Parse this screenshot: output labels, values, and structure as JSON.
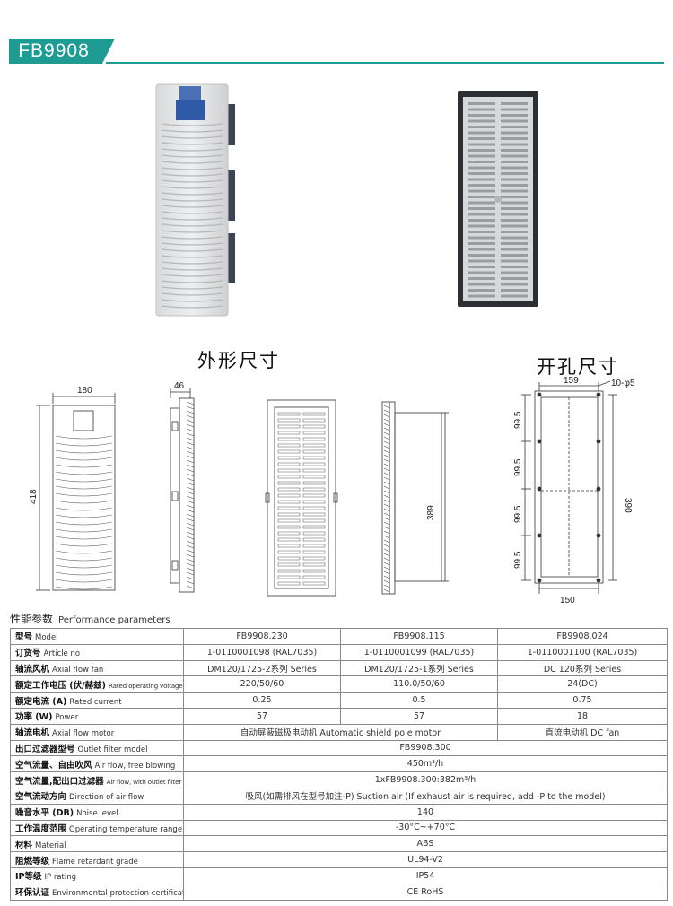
{
  "header": {
    "title": "FB9908",
    "accent": "#1e9b92"
  },
  "captions": {
    "outline": "外形尺寸",
    "cutout": "开孔尺寸"
  },
  "dimensions": {
    "outline_width": "180",
    "outline_height": "418",
    "outline_depth": "46",
    "filter_height": "389",
    "cutout_width_top": "159",
    "cutout_holes": "10-φ5",
    "cutout_spacing": "99.5",
    "cutout_height": "390",
    "cutout_width_bottom": "150"
  },
  "perf": {
    "title_zh": "性能参数",
    "title_en": "Performance parameters"
  },
  "table": {
    "header": {
      "zh": "型号",
      "en": "Model",
      "cols": [
        "FB9908.230",
        "FB9908.115",
        "FB9908.024"
      ]
    },
    "rows": [
      {
        "zh": "订货号",
        "en": "Article no",
        "vals": [
          "1-0110001098 (RAL7035)",
          "1-0110001099 (RAL7035)",
          "1-0110001100 (RAL7035)"
        ]
      },
      {
        "zh": "轴流风机",
        "en": "Axial flow fan",
        "vals": [
          "DM120/1725-2系列 Series",
          "DM120/1725-1系列 Series",
          "DC 120系列 Series"
        ]
      },
      {
        "zh": "额定工作电压 (伏/赫兹)",
        "en": "Rated operating voltage",
        "small": true,
        "vals": [
          "220/50/60",
          "110.0/50/60",
          "24(DC)"
        ]
      },
      {
        "zh": "额定电流 (A)",
        "en": "Rated current",
        "vals": [
          "0.25",
          "0.5",
          "0.75"
        ]
      },
      {
        "zh": "功率 (W)",
        "en": "Power",
        "vals": [
          "57",
          "57",
          "18"
        ]
      },
      {
        "zh": "轴流电机",
        "en": "Axial flow motor",
        "span2": "自动屏蔽磁极电动机 Automatic shield pole motor",
        "last": "直流电动机 DC fan"
      },
      {
        "zh": "出口过滤器型号",
        "en": "Outlet filter model",
        "span3": "FB9908.300"
      },
      {
        "zh": "空气流量、自由吹风",
        "en": "Air flow, free blowing",
        "span3": "450m³/h"
      },
      {
        "zh": "空气流量,配出口过滤器",
        "en": "Air flow, with outlet filter",
        "small": true,
        "span3": "1xFB9908.300:382m³/h"
      },
      {
        "zh": "空气流动方向",
        "en": "Direction of air flow",
        "span3": "吸风(如需排风在型号加注-P) Suction air (If exhaust air is required, add -P to the model)"
      },
      {
        "zh": "噪音水平 (DB)",
        "en": "Noise level",
        "span3": "140"
      },
      {
        "zh": "工作温度范围",
        "en": "Operating temperature range",
        "span3": "-30°C~+70°C"
      },
      {
        "zh": "材料",
        "en": "Material",
        "span3": "ABS"
      },
      {
        "zh": "阻燃等级",
        "en": "Flame retardant grade",
        "span3": "UL94-V2"
      },
      {
        "zh": "IP等级",
        "en": "IP rating",
        "span3": "IP54"
      },
      {
        "zh": "环保认证",
        "en": "Environmental protection certification",
        "span3": "CE RoHS"
      }
    ]
  }
}
